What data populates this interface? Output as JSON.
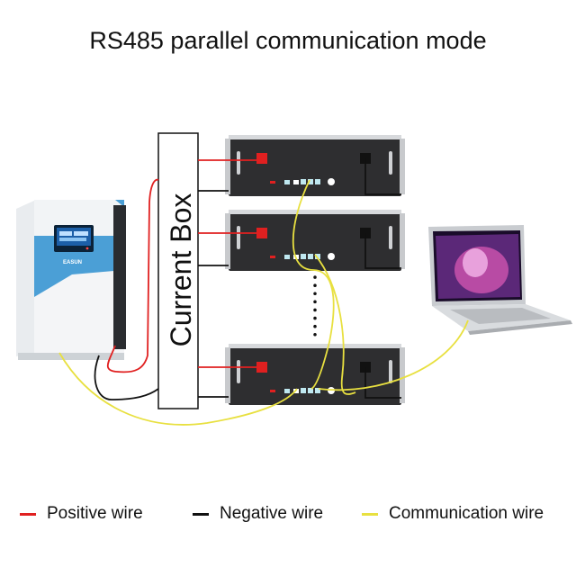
{
  "title": "RS485 parallel communication mode",
  "current_box_label": "Current Box",
  "inverter_brand": "EASUN",
  "colors": {
    "positive": "#e02020",
    "negative": "#111111",
    "communication": "#e8e040",
    "inverter_accent": "#3d9ad0",
    "battery_case": "#2e2e30"
  },
  "legend": [
    {
      "label": "Positive wire",
      "color": "#e02020"
    },
    {
      "label": "Negative wire",
      "color": "#111111"
    },
    {
      "label": "Communication wire",
      "color": "#e8e040"
    }
  ],
  "icons": [
    "inverter-icon",
    "battery-module-icon",
    "laptop-icon"
  ]
}
